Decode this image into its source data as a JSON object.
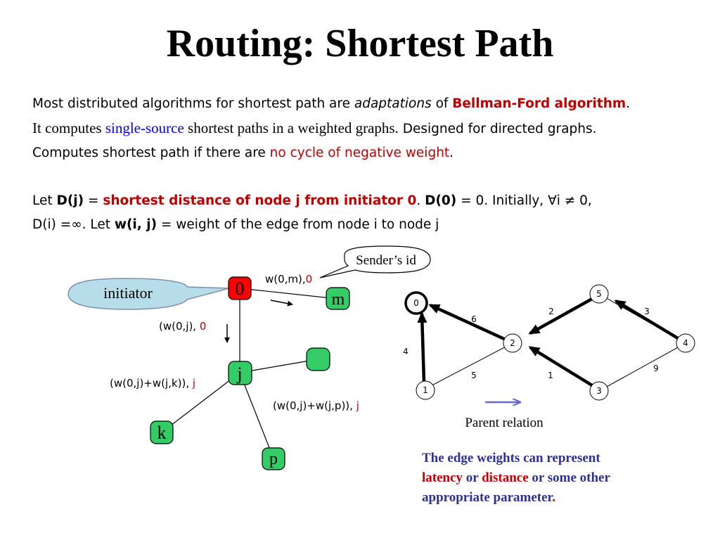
{
  "title": "Routing: Shortest Path",
  "body": {
    "l1_a": "Most distributed algorithms for shortest path are ",
    "l1_b": "adaptations",
    "l1_c": " of ",
    "l1_d": "Bellman-Ford algorithm",
    "l1_e": ".",
    "l2_a": "It computes ",
    "l2_b": "single-source",
    "l2_c": " shortest paths in a weighted graphs.",
    "l2_d": " Designed for directed graphs.",
    "l3_a": "Computes shortest path if there are ",
    "l3_b": "no cycle of negative weight",
    "l3_c": ".",
    "l4_a": "Let ",
    "l4_b": "D(j)",
    "l4_c": " = ",
    "l4_d": "shortest distance of node j from initiator 0",
    "l4_e": ". ",
    "l4_f": "D(0)",
    "l4_g": " = 0. Initially, ∀i ≠ 0,",
    "l5_a": "D(i) =∞. Let ",
    "l5_b": "w(i, j)",
    "l5_c": " = weight of the edge from node i to node j"
  },
  "left_diagram": {
    "initiator_label": "initiator",
    "sender_label": "Sender’s id",
    "w0m_a": "w(0,m),",
    "w0m_b": "0",
    "w0j_a": "(w(0,j), ",
    "w0j_b": "0",
    "w0jk_a": "(w(0,j)+w(j,k)), ",
    "w0jk_b": "j",
    "w0jp_a": "(w(0,j)+w(j,p)), ",
    "w0jp_b": "j",
    "nodes": {
      "zero": "0",
      "m": "m",
      "j": "j",
      "k": "k",
      "p": "p"
    }
  },
  "right_diagram": {
    "nodes": [
      "0",
      "1",
      "2",
      "3",
      "4",
      "5"
    ],
    "edges": {
      "e1_0": "4",
      "e2_0": "6",
      "e1_2": "5",
      "e5_2": "2",
      "e3_2": "1",
      "e4_5": "3",
      "e3_4": "9"
    },
    "parent_label": "Parent relation"
  },
  "note": {
    "a": "The edge weights can represent",
    "b": "latency",
    "c": " or ",
    "d": "distance",
    "e": " or some other",
    "f": "appropriate parameter",
    "g": "."
  },
  "colors": {
    "green_node": "#33cc66",
    "red_node": "#ff0000",
    "callout_fill": "#b7dde8",
    "note_blue": "#2e3192",
    "accent_red": "#c00000",
    "arrow_blue": "#6666cc"
  }
}
